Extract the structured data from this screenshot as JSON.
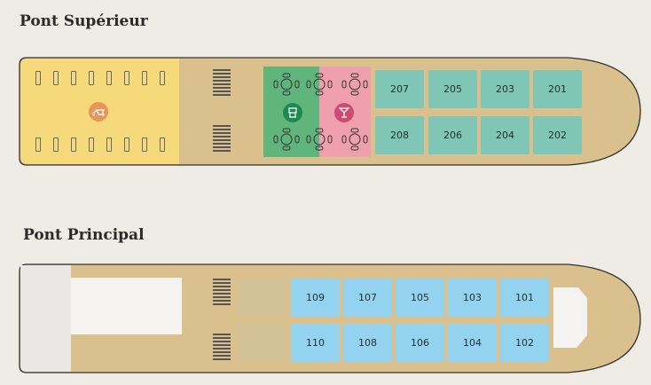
{
  "upper_deck": {
    "title": "Pont Supérieur",
    "cabins_top": [
      "207",
      "205",
      "203",
      "201"
    ],
    "cabins_bottom": [
      "208",
      "206",
      "204",
      "202"
    ]
  },
  "main_deck": {
    "title": "Pont Principal",
    "cabins_top": [
      "109",
      "107",
      "105",
      "103",
      "101"
    ],
    "cabins_bottom": [
      "110",
      "108",
      "106",
      "104",
      "102"
    ]
  },
  "icons": {
    "sun_deck": "sun-lounger-icon",
    "restaurant": "dining-chef-icon",
    "bar": "cocktail-icon",
    "tables": "table-chairs-icon",
    "stairs": "staircase-icon"
  },
  "colors": {
    "background": "#efebe5",
    "deck_wood": "#d9c08c",
    "sun_deck": "#f6d97a",
    "restaurant": "#5fb57c",
    "bar": "#ef9fad",
    "upper_cabins": "#7fc6b7",
    "main_cabins": "#94d3ef",
    "outline": "#333333"
  }
}
